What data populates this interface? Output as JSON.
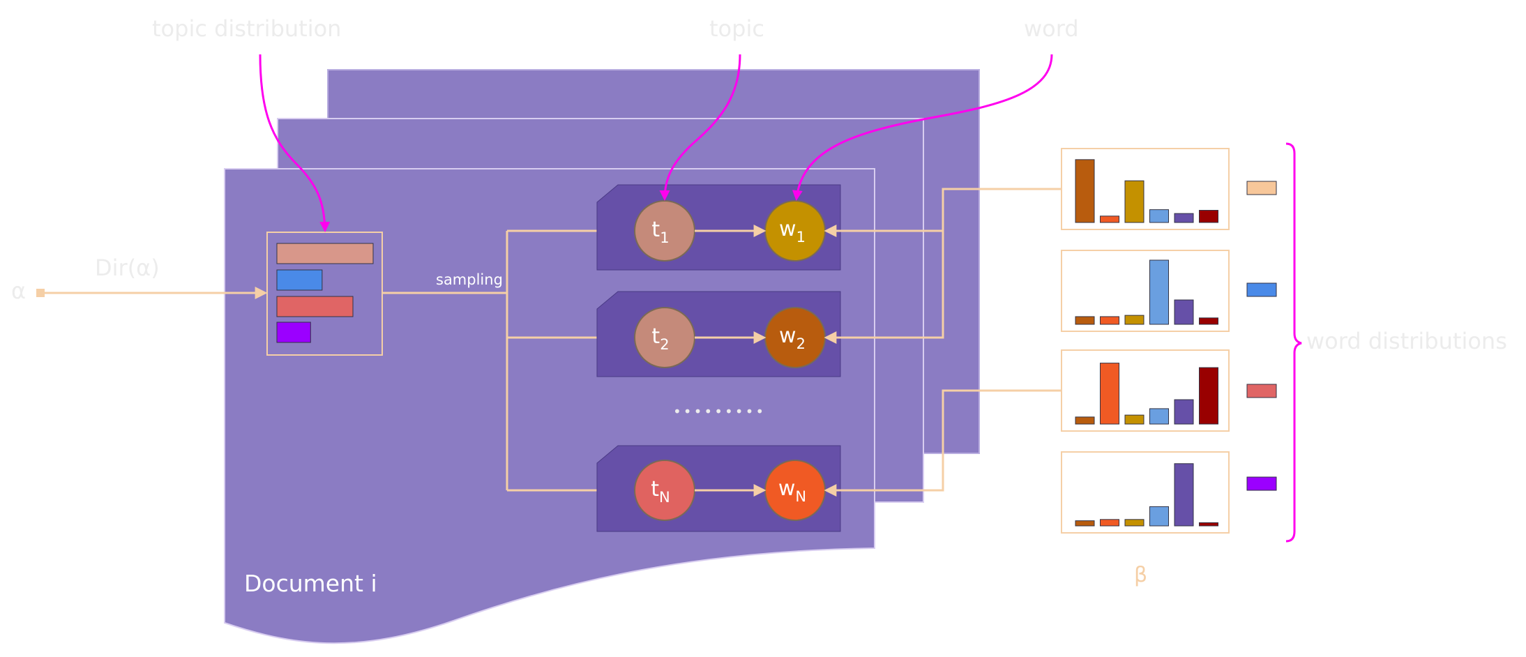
{
  "labels": {
    "topic_distribution": "topic distribution",
    "topic": "topic",
    "word": "word",
    "alpha": "α",
    "dirichlet": "Dir(α)",
    "sampling": "sampling",
    "document": "Document i",
    "ellipsis": "•••••••••",
    "word_distributions": "word distributions",
    "beta": "β"
  },
  "rows": [
    {
      "t": "t",
      "t_sub": "1",
      "w": "w",
      "w_sub": "1",
      "t_color": "#c58a7a",
      "w_color": "#c49100"
    },
    {
      "t": "t",
      "t_sub": "2",
      "w": "w",
      "w_sub": "2",
      "t_color": "#c58a7a",
      "w_color": "#b85c0e"
    },
    {
      "t": "t",
      "t_sub": "N",
      "w": "w",
      "w_sub": "N",
      "t_color": "#e06360",
      "w_color": "#f05a24"
    }
  ],
  "topic_bars": {
    "values": [
      1.0,
      0.47,
      0.79,
      0.35
    ],
    "colors": [
      "#d8978a",
      "#4a8ae8",
      "#e06565",
      "#9b00ff"
    ]
  },
  "word_distribution_charts": [
    {
      "values": [
        0.98,
        0.1,
        0.65,
        0.2,
        0.14,
        0.19
      ]
    },
    {
      "values": [
        0.12,
        0.12,
        0.14,
        1.0,
        0.38,
        0.1
      ]
    },
    {
      "values": [
        0.11,
        0.95,
        0.14,
        0.24,
        0.38,
        0.88
      ]
    },
    {
      "values": [
        0.08,
        0.1,
        0.1,
        0.3,
        0.97,
        0.05
      ]
    }
  ],
  "word_bar_colors": [
    "#b85c0e",
    "#f05a24",
    "#c49100",
    "#6a9fe0",
    "#6650a8",
    "#990000"
  ],
  "swatch_colors": [
    "#f7c79a",
    "#4a8ae8",
    "#e06565",
    "#9b00ff"
  ],
  "colors": {
    "page_fill": "#8b7cc3",
    "row_box": "#6650a8",
    "peach": "#f5cfa6",
    "magenta": "#ff00ee"
  }
}
